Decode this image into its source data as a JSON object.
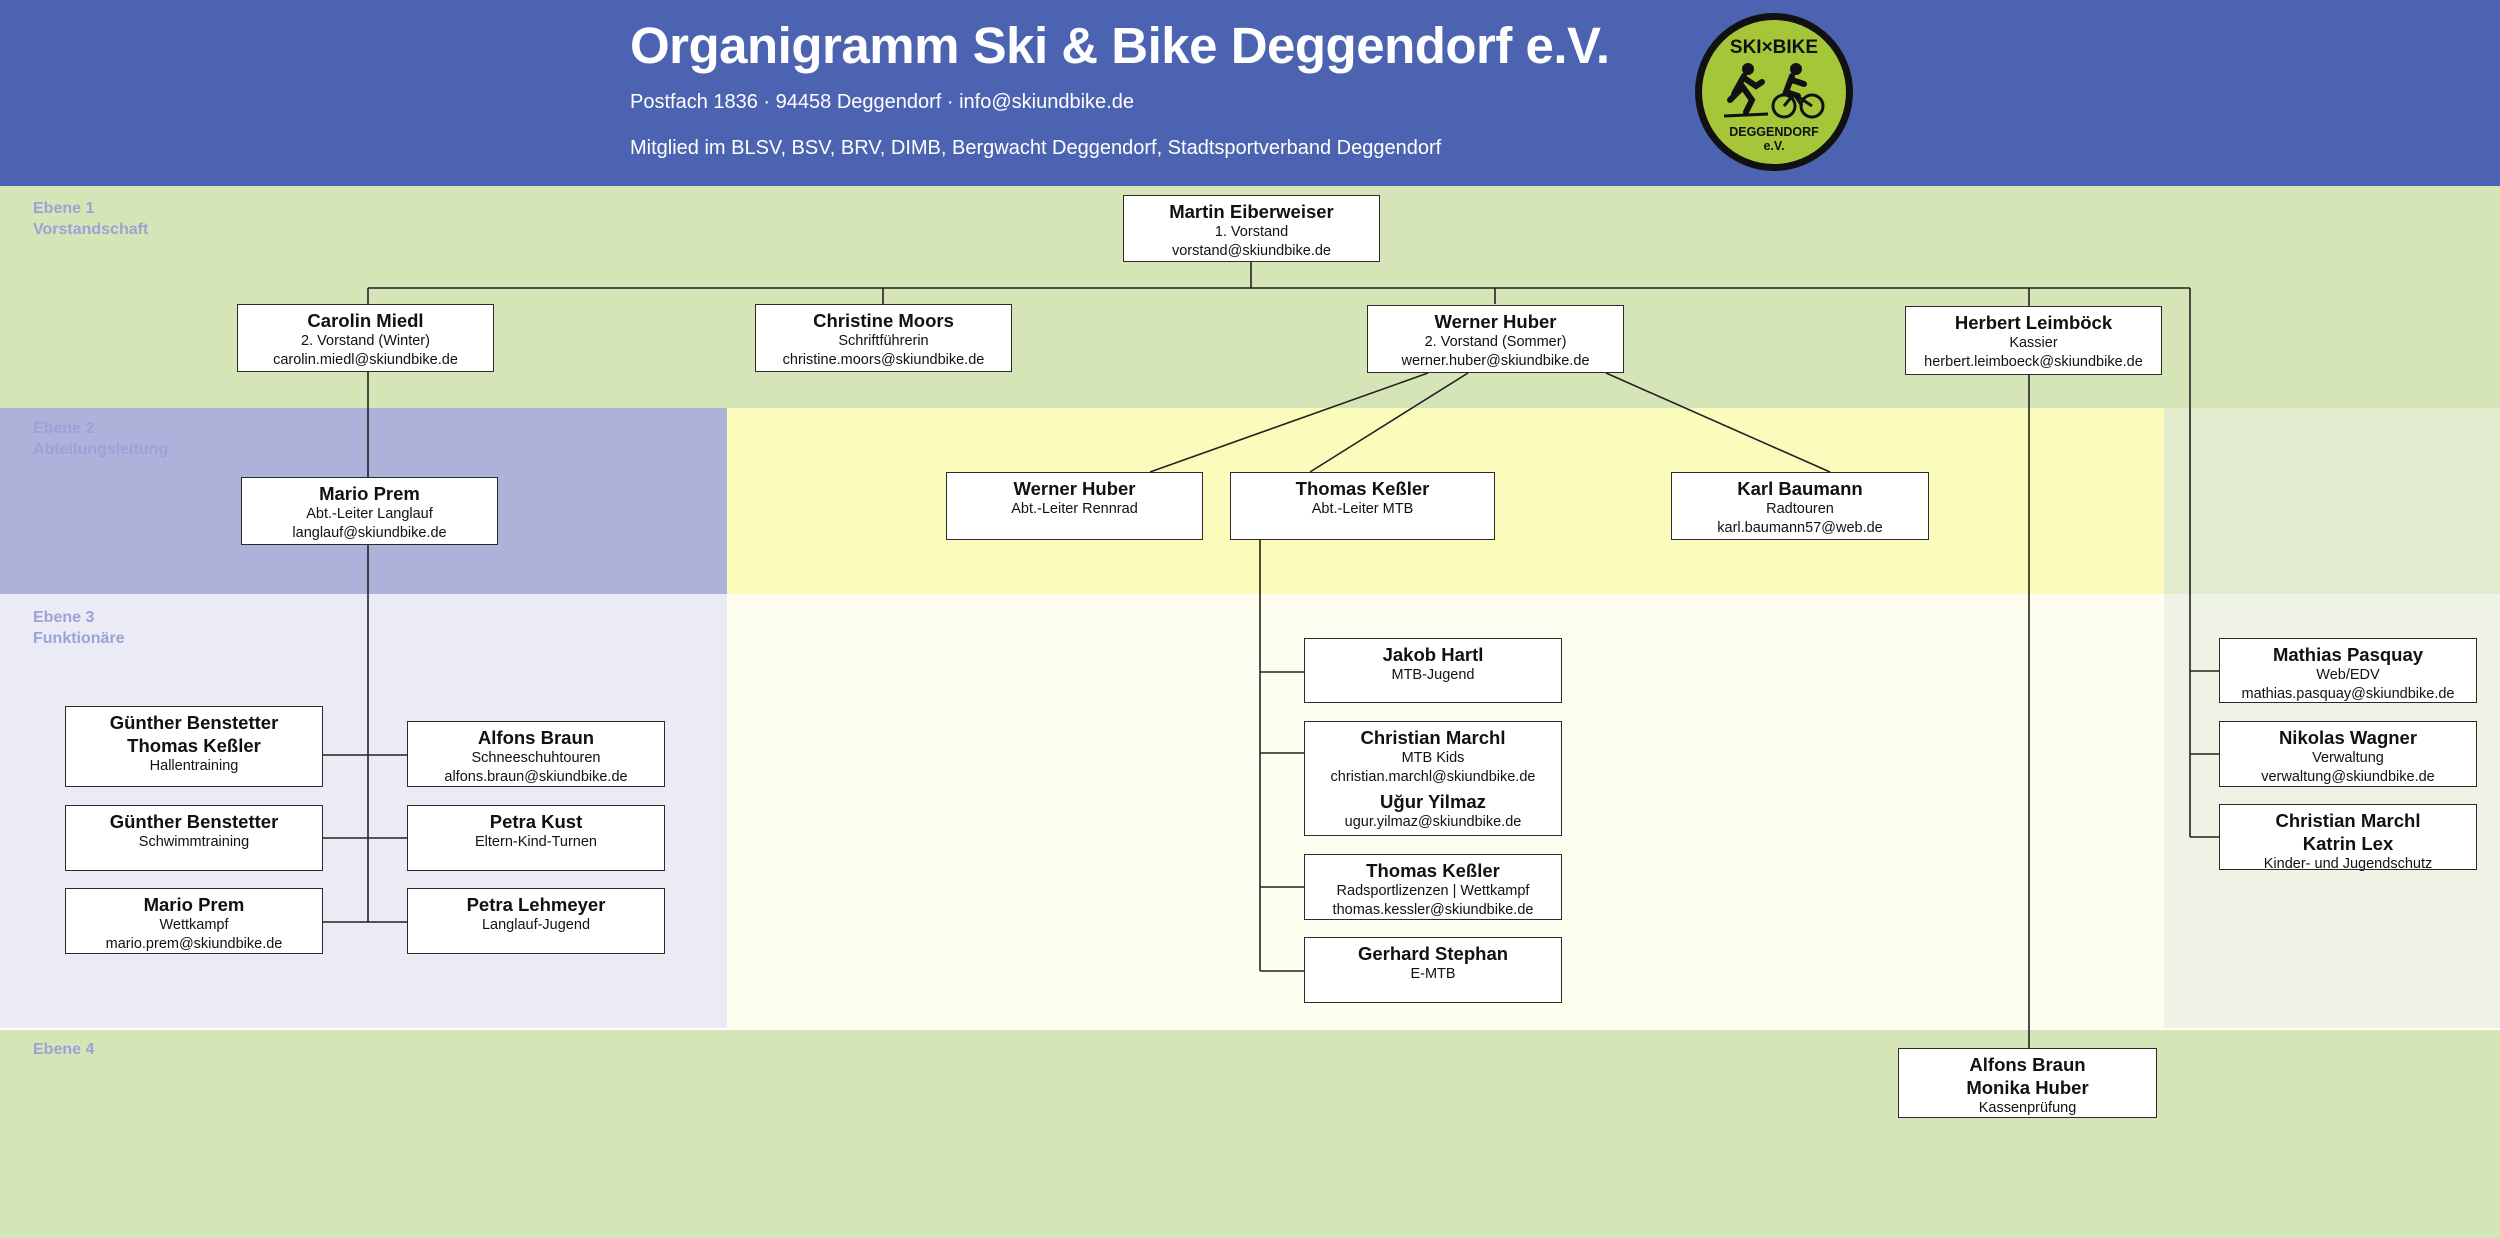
{
  "header": {
    "title": "Organigramm Ski & Bike Deggendorf e.V.",
    "address": "Postfach 1836 · 94458 Deggendorf · info@skiundbike.de",
    "membership": "Mitglied im BLSV, BSV, BRV, DIMB, Bergwacht Deggendorf, Stadtsportverband Deggendorf"
  },
  "logo": {
    "top_text": "SKI×BIKE",
    "bottom_line1": "DEGGENDORF",
    "bottom_line2": "e.V."
  },
  "colors": {
    "header": "#4b63b0",
    "level1": "#d5e5b8",
    "level2_left": "#aeb1da",
    "level2_mid": "#fbfbbb",
    "level2_right": "#e1ebcd",
    "level3_left": "#ebebf6",
    "level3_mid": "#fefef0",
    "level3_right": "#eef3e5",
    "level4": "#d5e5b8",
    "level_label": "#9aa3d6"
  },
  "levels": {
    "ebene1": {
      "line1": "Ebene 1",
      "line2": "Vorstandschaft"
    },
    "ebene2": {
      "line1": "Ebene 2",
      "line2": "Abteilungsleitung"
    },
    "ebene3": {
      "line1": "Ebene 3",
      "line2": "Funktionäre"
    },
    "ebene4": {
      "line1": "Ebene 4"
    }
  },
  "boxes": {
    "eiberweiser": {
      "name": "Martin Eiberweiser",
      "role": "1. Vorstand",
      "email": "vorstand@skiundbike.de"
    },
    "miedl": {
      "name": "Carolin Miedl",
      "role": "2. Vorstand (Winter)",
      "email": "carolin.miedl@skiundbike.de"
    },
    "moors": {
      "name": "Christine Moors",
      "role": "Schriftführerin",
      "email": "christine.moors@skiundbike.de"
    },
    "huber": {
      "name": "Werner Huber",
      "role": "2. Vorstand (Sommer)",
      "email": "werner.huber@skiundbike.de"
    },
    "leimboeck": {
      "name": "Herbert Leimböck",
      "role": "Kassier",
      "email": "herbert.leimboeck@skiundbike.de"
    },
    "prem_ll": {
      "name": "Mario Prem",
      "role": "Abt.-Leiter Langlauf",
      "email": "langlauf@skiundbike.de"
    },
    "huber_rr": {
      "name": "Werner Huber",
      "role": "Abt.-Leiter Rennrad"
    },
    "kessler_mtb": {
      "name": "Thomas Keßler",
      "role": "Abt.-Leiter MTB"
    },
    "baumann": {
      "name": "Karl Baumann",
      "role": "Radtouren",
      "email": "karl.baumann57@web.de"
    },
    "hallentraining": {
      "name1": "Günther Benstetter",
      "name2": "Thomas Keßler",
      "role": "Hallentraining"
    },
    "schwimm": {
      "name": "Günther Benstetter",
      "role": "Schwimmtraining"
    },
    "prem_wk": {
      "name": "Mario Prem",
      "role": "Wettkampf",
      "email": "mario.prem@skiundbike.de"
    },
    "braun_sch": {
      "name": "Alfons Braun",
      "role": "Schneeschuhtouren",
      "email": "alfons.braun@skiundbike.de"
    },
    "kust": {
      "name": "Petra Kust",
      "role": "Eltern-Kind-Turnen"
    },
    "lehmeyer": {
      "name": "Petra Lehmeyer",
      "role": "Langlauf-Jugend"
    },
    "hartl": {
      "name": "Jakob Hartl",
      "role": "MTB-Jugend"
    },
    "marchl_kids": {
      "name": "Christian Marchl",
      "role": "MTB Kids",
      "email": "christian.marchl@skiundbike.de",
      "name2": "Uğur Yilmaz",
      "email2": "ugur.yilmaz@skiundbike.de"
    },
    "kessler_rad": {
      "name": "Thomas Keßler",
      "role": "Radsportlizenzen | Wettkampf",
      "email": "thomas.kessler@skiundbike.de"
    },
    "stephan": {
      "name": "Gerhard Stephan",
      "role": "E-MTB"
    },
    "pasquay": {
      "name": "Mathias Pasquay",
      "role": "Web/EDV",
      "email": "mathias.pasquay@skiundbike.de"
    },
    "wagner": {
      "name": "Nikolas Wagner",
      "role": "Verwaltung",
      "email": "verwaltung@skiundbike.de"
    },
    "marchl_lex": {
      "name1": "Christian Marchl",
      "name2": "Katrin Lex",
      "role": "Kinder- und Jugendschutz"
    },
    "kassenpruefung": {
      "name1": "Alfons Braun",
      "name2": "Monika Huber",
      "role": "Kassenprüfung"
    }
  }
}
